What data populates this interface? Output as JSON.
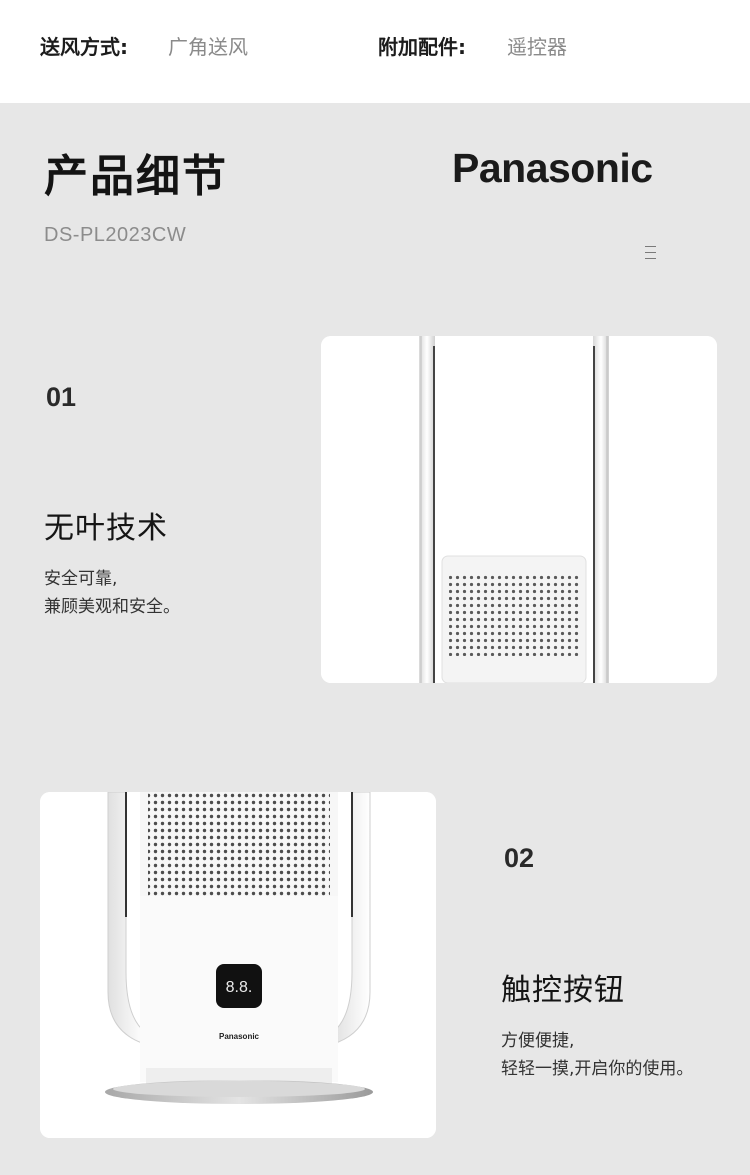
{
  "specs": {
    "fan_mode_label": "送风方式:",
    "fan_mode_value": "广角送风",
    "accessory_label": "附加配件:",
    "accessory_value": "遥控器"
  },
  "section": {
    "title": "产品细节",
    "model": "DS-PL2023CW",
    "brand": "Panasonic"
  },
  "features": [
    {
      "number": "01",
      "title": "无叶技术",
      "desc_line1": "安全可靠,",
      "desc_line2": "兼顾美观和安全。"
    },
    {
      "number": "02",
      "title": "触控按钮",
      "desc_line1": "方便便捷,",
      "desc_line2": "轻轻一摸,开启你的使用。"
    }
  ],
  "device": {
    "display_reading": "8.8.",
    "logo_text": "Panasonic"
  }
}
